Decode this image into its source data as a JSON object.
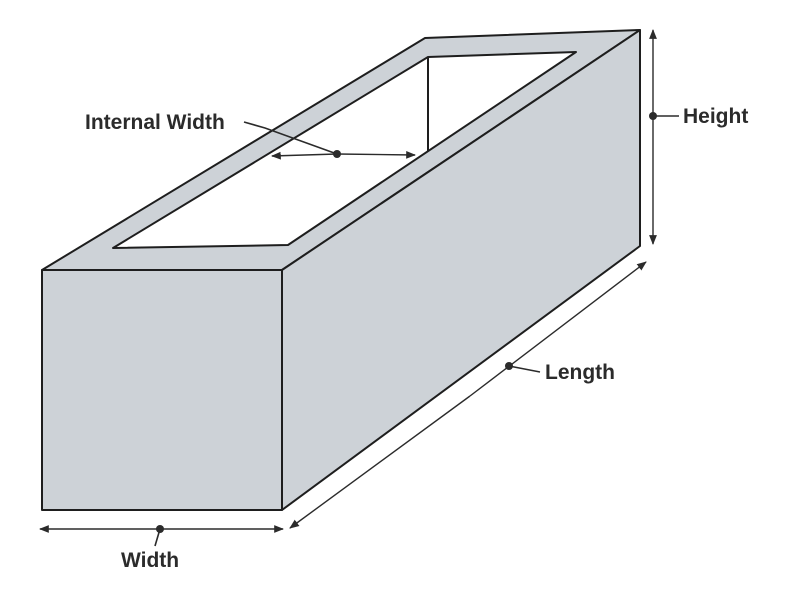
{
  "labels": {
    "internal_width": "Internal Width",
    "height": "Height",
    "length": "Length",
    "width": "Width"
  },
  "colors": {
    "face": "#cdd2d7",
    "outline": "#1e1e1e",
    "inner_opening": "#ffffff",
    "annotation": "#2b2b2b"
  }
}
